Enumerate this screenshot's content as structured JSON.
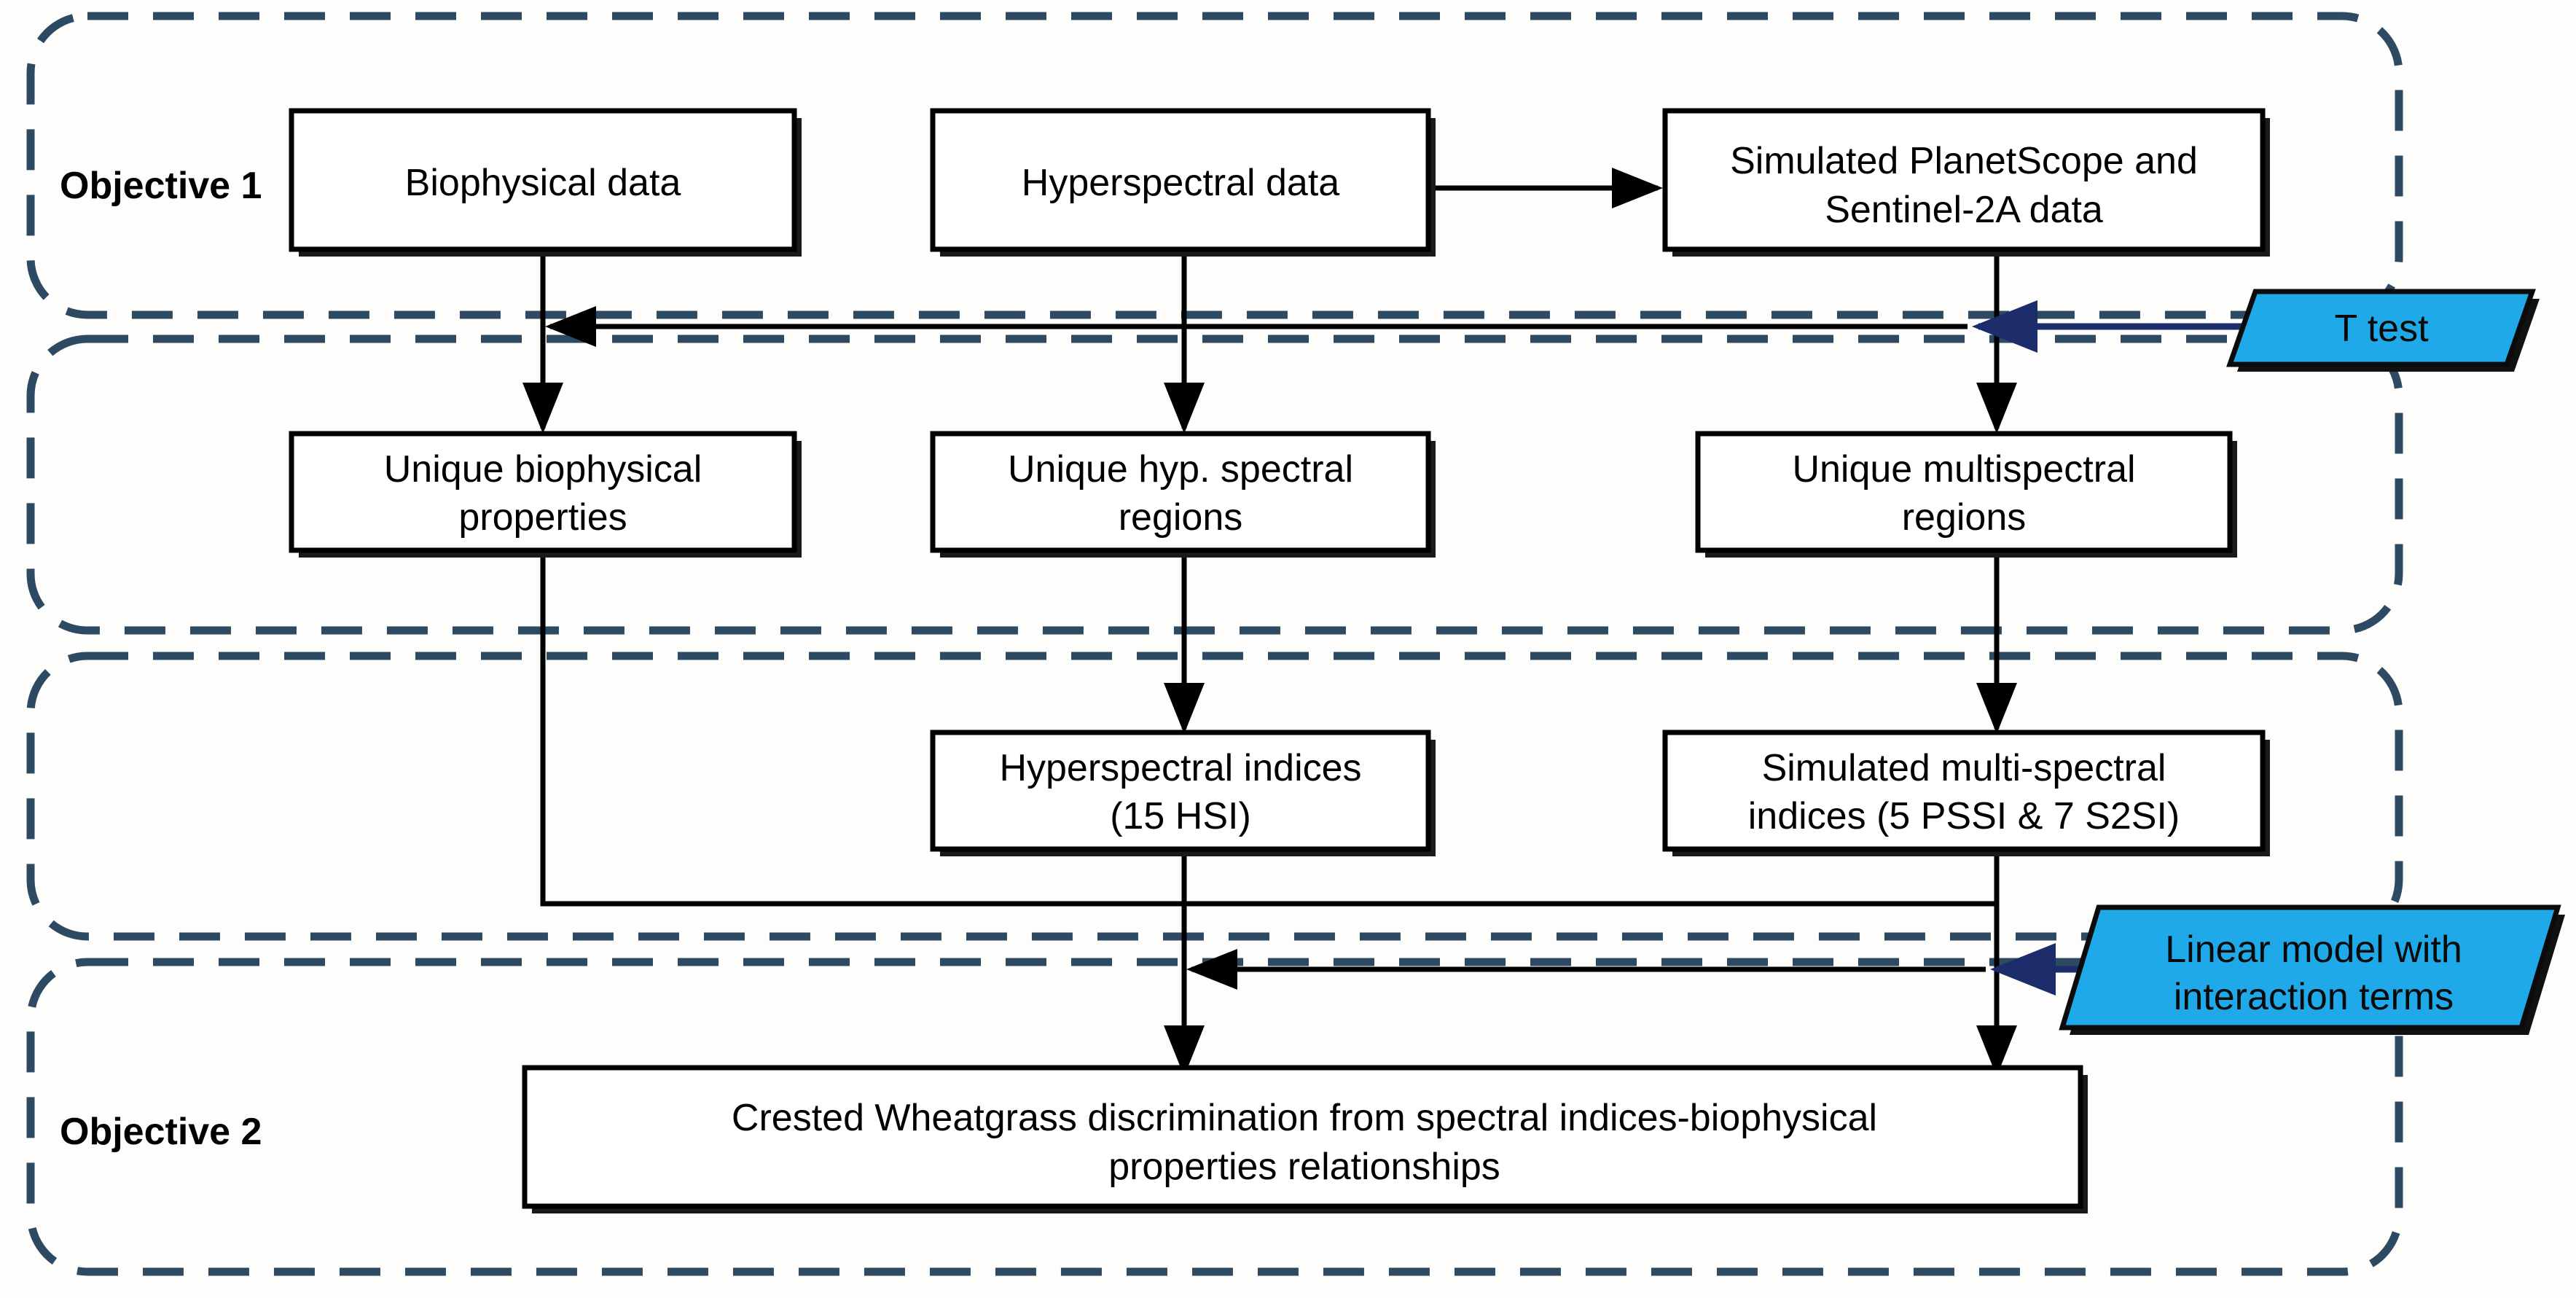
{
  "diagram": {
    "title": "Crested Wheatgrass discrimination workflow",
    "colors": {
      "panel_border": "#2e4a63",
      "box_border": "#000000",
      "box_fill": "#ffffff",
      "accent_parallelogram": "#1fa9e8",
      "navy_arrow": "#1d2d6b",
      "background": "#fdfdfc"
    },
    "objectives": [
      {
        "id": "obj1",
        "label": "Objective 1"
      },
      {
        "id": "obj2",
        "label": "Objective 2"
      }
    ],
    "panels": [
      {
        "id": "panel-1",
        "name": "objective-1-inputs"
      },
      {
        "id": "panel-2",
        "name": "unique-features"
      },
      {
        "id": "panel-3",
        "name": "spectral-indices"
      },
      {
        "id": "panel-4",
        "name": "objective-2-output"
      }
    ],
    "boxes": [
      {
        "id": "biophysical-data",
        "lines": [
          "Biophysical data"
        ]
      },
      {
        "id": "hyperspectral-data",
        "lines": [
          "Hyperspectral data"
        ]
      },
      {
        "id": "simulated-planetscope-sentinel",
        "lines": [
          "Simulated PlanetScope and",
          "Sentinel-2A data"
        ]
      },
      {
        "id": "unique-biophysical-properties",
        "lines": [
          "Unique biophysical",
          "properties"
        ]
      },
      {
        "id": "unique-hyp-spectral-regions",
        "lines": [
          "Unique hyp. spectral",
          "regions"
        ]
      },
      {
        "id": "unique-multispectral-regions",
        "lines": [
          "Unique multispectral",
          "regions"
        ]
      },
      {
        "id": "hyperspectral-indices",
        "lines": [
          "Hyperspectral indices",
          "(15 HSI)"
        ]
      },
      {
        "id": "simulated-multispectral-indices",
        "lines": [
          "Simulated multi-spectral",
          "indices (5 PSSI & 7 S2SI)"
        ]
      },
      {
        "id": "crested-wheatgrass-discrimination",
        "lines": [
          "Crested Wheatgrass discrimination from spectral indices-biophysical",
          "properties relationships"
        ]
      }
    ],
    "methods": [
      {
        "id": "t-test",
        "lines": [
          "T test"
        ]
      },
      {
        "id": "linear-model",
        "lines": [
          "Linear model with",
          "interaction terms"
        ]
      }
    ]
  }
}
